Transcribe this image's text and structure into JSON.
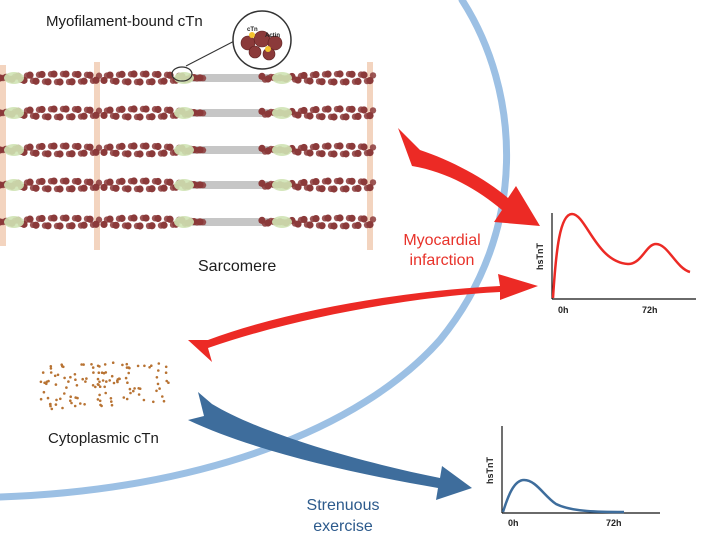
{
  "labels": {
    "myofilament": "Myofilament-bound cTn",
    "sarcomere": "Sarcomere",
    "cytoplasmic": "Cytoplasmic cTn",
    "mi_line1": "Myocardial",
    "mi_line2": "infarction",
    "ex_line1": "Strenuous",
    "ex_line2": "exercise"
  },
  "zoom_inset": {
    "ctn": "cTn",
    "actin": "Actin"
  },
  "graph_mi": {
    "ylabel": "hsTnT",
    "tick_start": "0h",
    "tick_end": "72h"
  },
  "graph_ex": {
    "ylabel": "hsTnT",
    "tick_start": "0h",
    "tick_end": "72h"
  },
  "colors": {
    "membrane": "#9cc0e4",
    "red_arrow": "#ec2a25",
    "blue_arrow": "#3e6d9c",
    "myofilament_bead": "#8b3a3a",
    "troponin_green": "#cfe3b4",
    "z_disc": "#f3d4bf",
    "thick_filament": "#8c8c8c",
    "cytoplasmic_dot": "#b87333"
  }
}
